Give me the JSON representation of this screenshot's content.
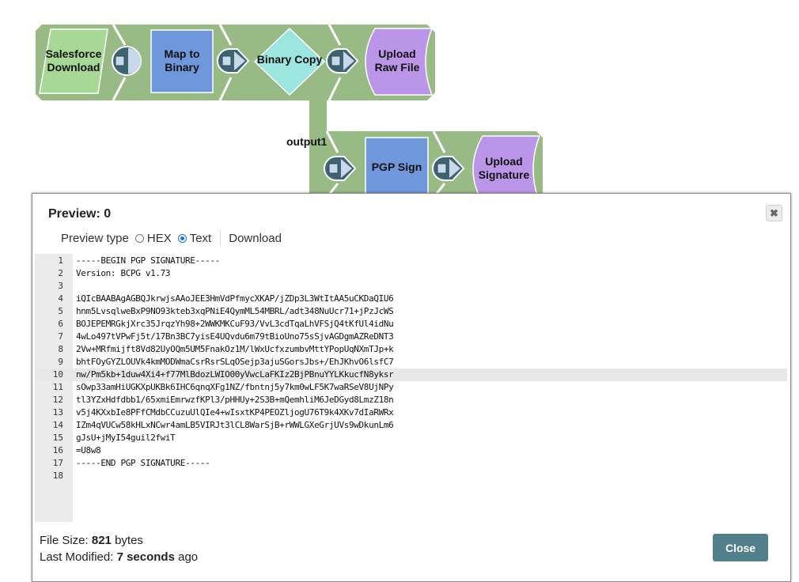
{
  "pipeline": {
    "snaps": [
      {
        "id": "salesforce",
        "label_line1": "Salesforce",
        "label_line2": "Download",
        "color": "#a8d896"
      },
      {
        "id": "map",
        "label_line1": "Map to",
        "label_line2": "Binary",
        "color": "#6f97db"
      },
      {
        "id": "copy",
        "label_line1": "Binary Copy",
        "label_line2": "",
        "color": "#9de6e0"
      },
      {
        "id": "upload-raw",
        "label_line1": "Upload",
        "label_line2": "Raw File",
        "color": "#bb95e8"
      },
      {
        "id": "pgp",
        "label_line1": "PGP Sign",
        "label_line2": "",
        "color": "#6f97db"
      },
      {
        "id": "upload-sig",
        "label_line1": "Upload",
        "label_line2": "Signature",
        "color": "#bb95e8"
      }
    ],
    "output_label": "output1",
    "band_color": "#98ba85",
    "connector_color": "#3f6471"
  },
  "dialog": {
    "title": "Preview: 0",
    "close_icon": "close-x-icon",
    "preview_type_label": "Preview type",
    "options": [
      {
        "label": "HEX",
        "checked": false
      },
      {
        "label": "Text",
        "checked": true
      }
    ],
    "download_label": "Download",
    "active_line": 10,
    "lines": [
      "-----BEGIN PGP SIGNATURE-----",
      "Version: BCPG v1.73",
      "",
      "iQIcBAABAgAGBQJkrwjsAAoJEE3HmVdPfmycXKAP/jZDp3L3WtItAA5uCKDaQIU6",
      "hnm5LvsqlweBxP9NO93kteb3xqPNiE4QymML54MBRL/adt348NuUcr71+jPzJcWS",
      "BOJEPEMRGkjXrc35JrqzYh98+2WWKMKCuF93/VvL3cdTqaLhVFSjQ4tKfUl4idNu",
      "4wLo497tVPwFj5t/17Bn3BC7yisE4UQvdu6m79tBioUno75sSjvAGDgmAZReDNT3",
      "2Vw+MRfmijft8Vd82UyOQm5UM5FnakOz1M/lWxUcfxzumbvMttYPopUqNXmTJp+k",
      "bhtFOyGYZLOUVk4kmMODWmaCsrRsrSLqOSejp3ajuSGorsJbs+/EhJKhvO6lsfC7",
      "nw/Pm5kb+1duw4Xi4+f77MlBdozLWIO00yVwcLaFKIz2BjPBnuYYLKkucfN8yksr",
      "sOwp33amHiUGKXpUKBk6IHC6qnqXFg1NZ/fbntnj5y7km0wLF5K7waRSeV8UjNPy",
      "tl3YZxHdfdbb1/65xmiEmrwzfKPl3/pHHUy+2S3B+mQemhliM6JeDGyd8LmzZ18n",
      "v5j4KXxbIe8PFfCMdbCCuzuUlQIe4+wIsxtKP4PEOZljogU76T9k4XKv7dIaRWRx",
      "IZm4qVUCw58kHLxNCwr4amLB5VIRJt3lCL8WarSjB+rWWLGXeGrjUVs9wDkunLm6",
      "gJsU+jMyI54guil2fwiT",
      "=U8w8",
      "-----END PGP SIGNATURE-----",
      ""
    ],
    "file_size_label": "File Size:",
    "file_size_value": "821",
    "file_size_unit": "bytes",
    "modified_label": "Last Modified:",
    "modified_value": "7 seconds",
    "modified_suffix": "ago",
    "close_button": "Close"
  }
}
